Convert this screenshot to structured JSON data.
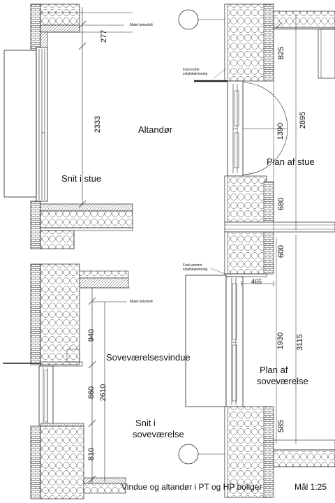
{
  "labels": {
    "altandor": "Altandør",
    "snit_stue": "Snit i stue",
    "plan_stue": "Plan af stue",
    "sovevaerelsesvindue": "Soveværelsesvindue",
    "snit_sove_1": "Snit i",
    "snit_sove_2": "soveværelse",
    "plan_sove_1": "Plan af",
    "plan_sove_2": "soveværelse",
    "footer_title": "Vindue og altandør i PT og HP boliger",
    "scale": "Mål 1:25",
    "malet_beton_1": "Malet betonloft",
    "malet_beton_2": "Malet betonloft",
    "fast_skaerm_1a": "Fast lodret",
    "fast_skaerm_1b": "solafskærmning",
    "fast_skaerm_2a": "Fast vandret",
    "fast_skaerm_2b": "solafskærmning"
  },
  "dims": {
    "d277": "277",
    "d2333": "2333",
    "d825": "825",
    "d2895": "2895",
    "d1390": "1390",
    "d680": "680",
    "d600": "600",
    "d465": "465",
    "d1930": "1930",
    "d3115": "3115",
    "d940": "940",
    "d860": "860",
    "d2610": "2610",
    "d810": "810",
    "d585": "585"
  }
}
